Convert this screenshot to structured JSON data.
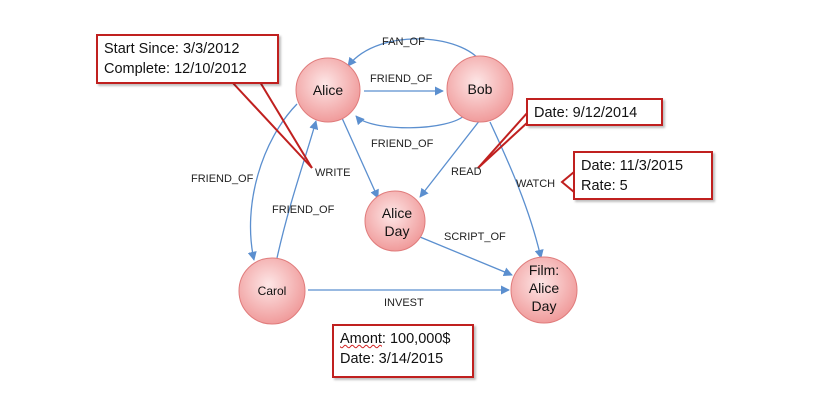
{
  "nodes": {
    "alice": {
      "label": [
        "Alice"
      ]
    },
    "bob": {
      "label": [
        "Bob"
      ]
    },
    "alice_day": {
      "label": [
        "Alice",
        "Day"
      ]
    },
    "carol": {
      "label": [
        "Carol"
      ]
    },
    "film": {
      "label": [
        "Film:",
        "Alice",
        "Day"
      ]
    }
  },
  "edges": {
    "fan_of": "FAN_OF",
    "friend_of_alice_bob": "FRIEND_OF",
    "friend_of_bob_alice": "FRIEND_OF",
    "friend_of_alice_carol": "FRIEND_OF",
    "friend_of_carol_alice": "FRIEND_OF",
    "write": "WRITE",
    "read": "READ",
    "watch": "WATCH",
    "script_of": "SCRIPT_OF",
    "invest": "INVEST"
  },
  "callouts": {
    "write": {
      "line1": "Start Since: 3/3/2012",
      "line2": "Complete: 12/10/2012"
    },
    "read": {
      "line1": "Date: 9/12/2014"
    },
    "watch": {
      "line1": "Date: 11/3/2015",
      "line2": "Rate: 5"
    },
    "invest": {
      "line1_prefix": "Amont",
      "line1_rest": ": 100,000$",
      "line2": "Date: 3/14/2015"
    }
  },
  "colors": {
    "node_fill_center": "#fde3e3",
    "node_fill_edge": "#ef9c9c",
    "node_stroke": "#e07c7c",
    "edge": "#5b8fcf",
    "callout_border": "#c0201f"
  }
}
